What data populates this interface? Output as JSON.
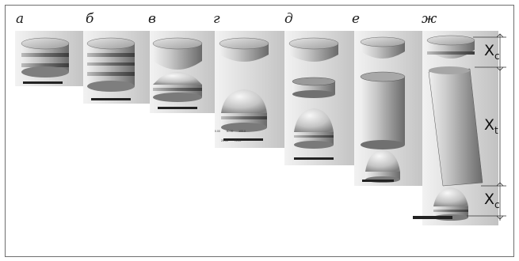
{
  "panel_labels": [
    "а",
    "б",
    "в",
    "г",
    "д",
    "е",
    "ж"
  ],
  "dimension_labels": {
    "xc_top": {
      "main": "X",
      "sub": "c"
    },
    "xt": {
      "main": "X",
      "sub": "t"
    },
    "xc_bottom": {
      "main": "X",
      "sub": "c"
    }
  },
  "scale_ticks": {
    "row1": [
      "0.00",
      "50.00",
      "100.0"
    ],
    "row2": [
      "25.00",
      "75.00"
    ]
  },
  "colors": {
    "backdrop_light": "#ededed",
    "backdrop_dark": "#c9c9c9",
    "body_light": "#d4d4d4",
    "body_dark": "#7a7a7a",
    "frame": "#6e6e6e"
  }
}
